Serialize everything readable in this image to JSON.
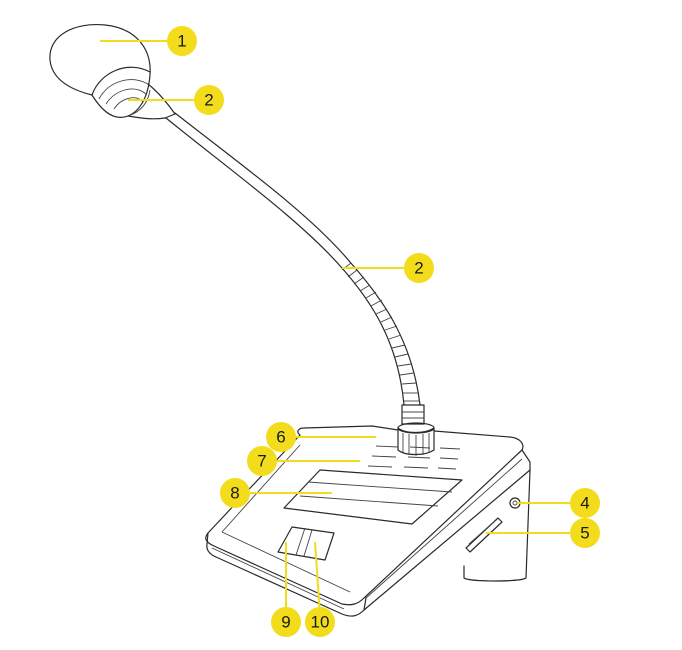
{
  "callouts": [
    {
      "id": "c1",
      "label": "1"
    },
    {
      "id": "c2a",
      "label": "2"
    },
    {
      "id": "c2b",
      "label": "2"
    },
    {
      "id": "c4",
      "label": "4"
    },
    {
      "id": "c5",
      "label": "5"
    },
    {
      "id": "c6",
      "label": "6"
    },
    {
      "id": "c7",
      "label": "7"
    },
    {
      "id": "c8",
      "label": "8"
    },
    {
      "id": "c9",
      "label": "9"
    },
    {
      "id": "c10",
      "label": "10"
    }
  ],
  "colors": {
    "callout": "#f3dc1c",
    "line": "#2a2a2a",
    "background": "#ffffff"
  }
}
